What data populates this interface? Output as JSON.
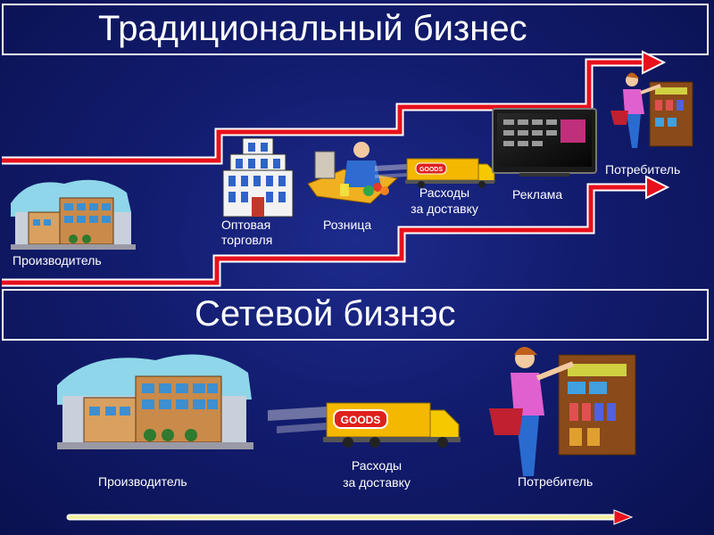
{
  "traditional": {
    "title": "Традициональный бизнес",
    "labels": {
      "producer": "Производитель",
      "wholesale_line1": "Оптовая",
      "wholesale_line2": "торговля",
      "retail": "Розница",
      "delivery_line1": "Расходы",
      "delivery_line2": "за доставку",
      "advertising": "Реклама",
      "consumer": "Потребитель"
    },
    "truck_sign": "GOODS"
  },
  "network": {
    "title": "Сетевой бизнэс",
    "labels": {
      "producer": "Производитель",
      "delivery_line1": "Расходы",
      "delivery_line2": "за доставку",
      "consumer": "Потребитель"
    },
    "truck_sign": "GOODS"
  },
  "colors": {
    "background": "#121c6e",
    "staircase_arrow": "#e8101c",
    "staircase_outline": "#ffffff",
    "bottom_arrow": "#f4f0a0"
  }
}
